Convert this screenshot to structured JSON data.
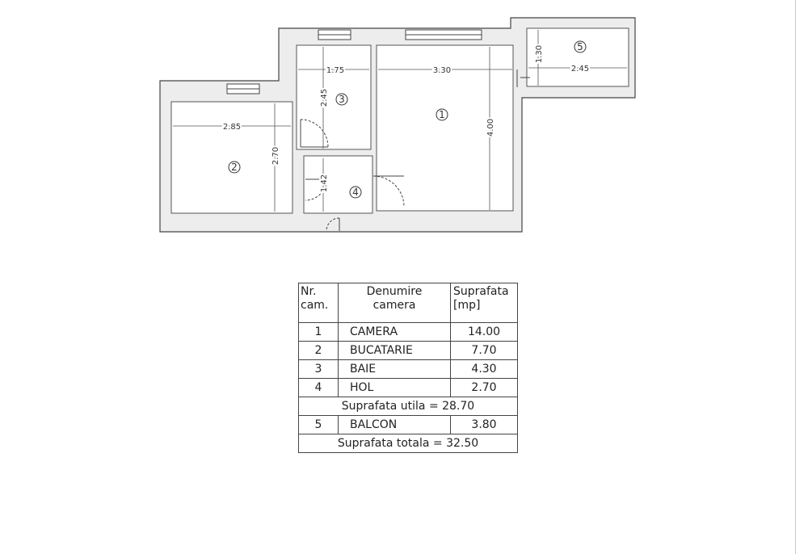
{
  "plan": {
    "dimensions": {
      "camera_width": "3.30",
      "camera_length": "4.00",
      "bucatarie_width": "2.85",
      "bucatarie_length": "2.70",
      "baie_width": "1.75",
      "baie_length": "2.45",
      "hol_length": "1.42",
      "balcon_width": "2.45",
      "balcon_length": "1.30"
    },
    "room_markers": [
      "1",
      "2",
      "3",
      "4",
      "5"
    ]
  },
  "table": {
    "headers": {
      "nr": [
        "Nr.",
        "cam."
      ],
      "name": [
        "Denumire",
        "camera"
      ],
      "area": [
        "Suprafata",
        "[mp]"
      ]
    },
    "rows": [
      {
        "nr": "1",
        "name": "CAMERA",
        "area": "14.00"
      },
      {
        "nr": "2",
        "name": "BUCATARIE",
        "area": "7.70"
      },
      {
        "nr": "3",
        "name": "BAIE",
        "area": "4.30"
      },
      {
        "nr": "4",
        "name": "HOL",
        "area": "2.70"
      }
    ],
    "useful_total": "Suprafata utila = 28.70",
    "balcony": {
      "nr": "5",
      "name": "BALCON",
      "area": "3.80"
    },
    "grand_total": "Suprafata totala = 32.50"
  }
}
